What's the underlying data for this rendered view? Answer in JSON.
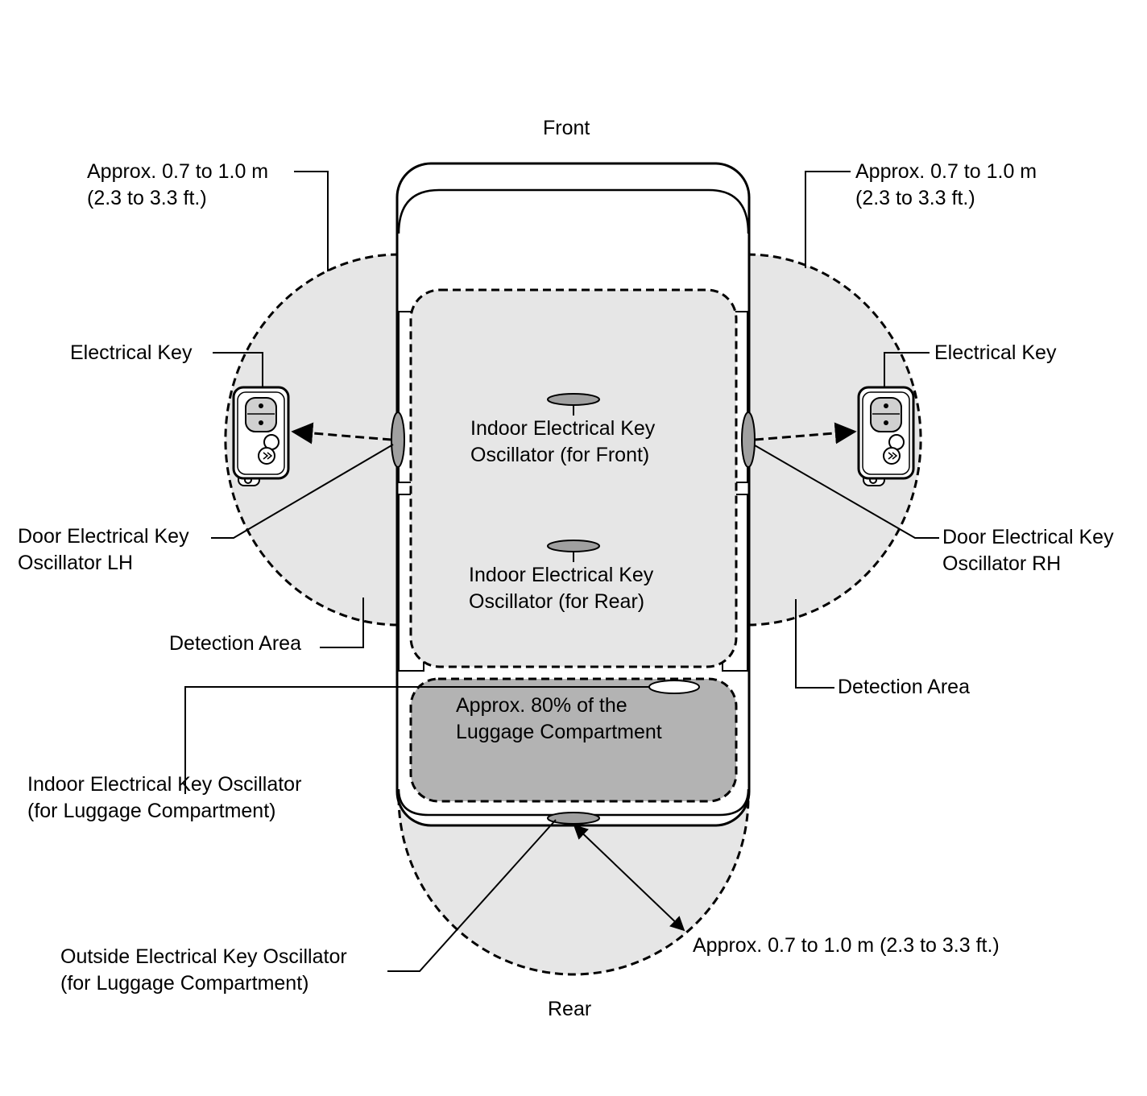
{
  "orientation": {
    "front": "Front",
    "rear": "Rear"
  },
  "ranges": {
    "left": {
      "line1": "Approx. 0.7 to 1.0 m",
      "line2": "(2.3 to 3.3 ft.)"
    },
    "right": {
      "line1": "Approx. 0.7 to 1.0 m",
      "line2": "(2.3 to 3.3 ft.)"
    },
    "rear": "Approx. 0.7 to 1.0 m (2.3 to 3.3 ft.)"
  },
  "keys": {
    "left": "Electrical Key",
    "right": "Electrical Key"
  },
  "oscillators": {
    "door_lh": {
      "line1": "Door Electrical Key",
      "line2": "Oscillator LH"
    },
    "door_rh": {
      "line1": "Door Electrical Key",
      "line2": "Oscillator RH"
    },
    "indoor_front": {
      "line1": "Indoor Electrical Key",
      "line2": "Oscillator (for Front)"
    },
    "indoor_rear": {
      "line1": "Indoor Electrical Key",
      "line2": "Oscillator (for Rear)"
    },
    "indoor_luggage": {
      "line1": "Indoor Electrical Key Oscillator",
      "line2": "(for Luggage Compartment)"
    },
    "outside_luggage": {
      "line1": "Outside Electrical Key Oscillator",
      "line2": "(for Luggage Compartment)"
    }
  },
  "detection": {
    "left": "Detection Area",
    "right": "Detection Area"
  },
  "luggage_area": {
    "line1": "Approx. 80% of the",
    "line2": "Luggage Compartment"
  },
  "colors": {
    "detection_fill": "#e6e6e6",
    "luggage_fill": "#b3b3b3",
    "oscillator_fill": "#a0a0a0",
    "line": "#000000"
  }
}
